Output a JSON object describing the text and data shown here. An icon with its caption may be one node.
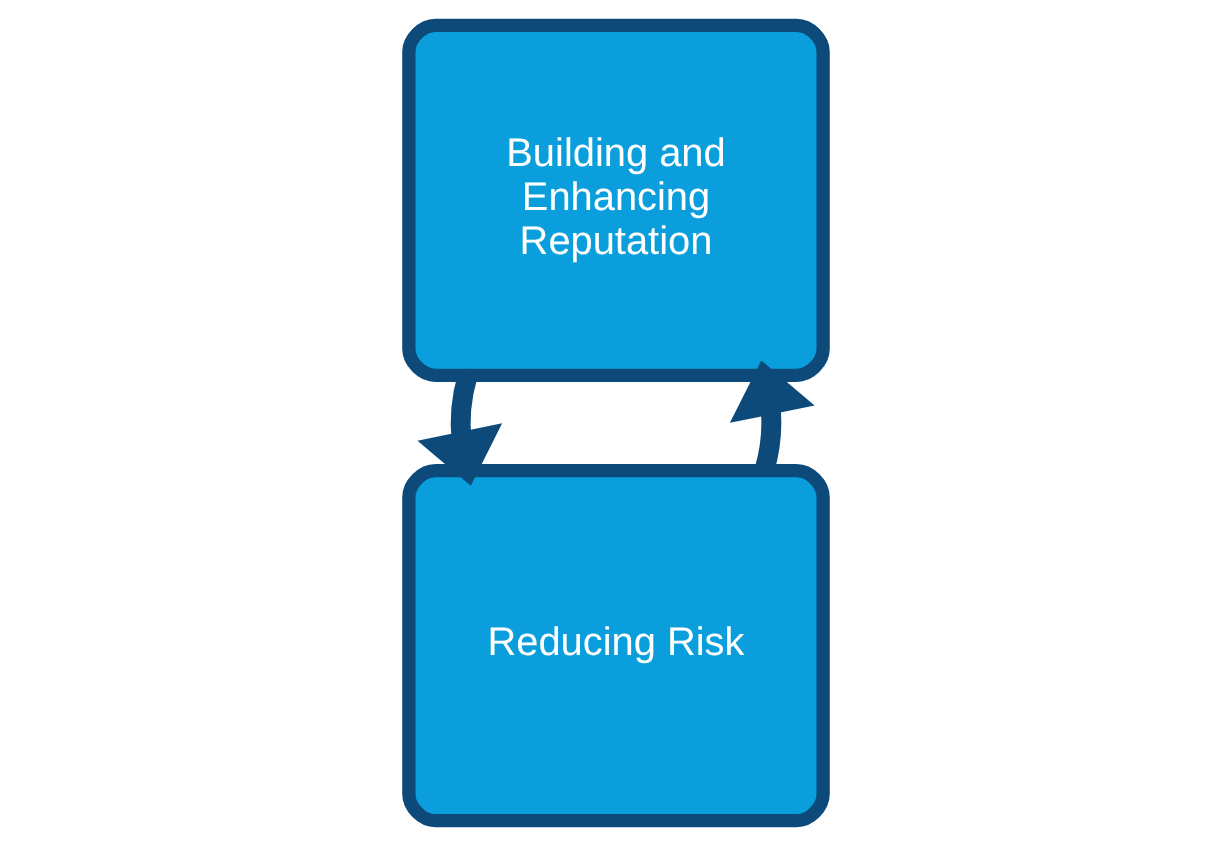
{
  "diagram": {
    "nodes": [
      {
        "text": [
          "Reducing Risk"
        ]
      },
      {
        "text": [
          "Building and Enhancing Reputation"
        ]
      }
    ],
    "edges": [
      {
        "from": 0,
        "to": 1,
        "arrow": "to"
      },
      {
        "from": 1,
        "to": 0,
        "arrow": "to"
      }
    ]
  }
}
